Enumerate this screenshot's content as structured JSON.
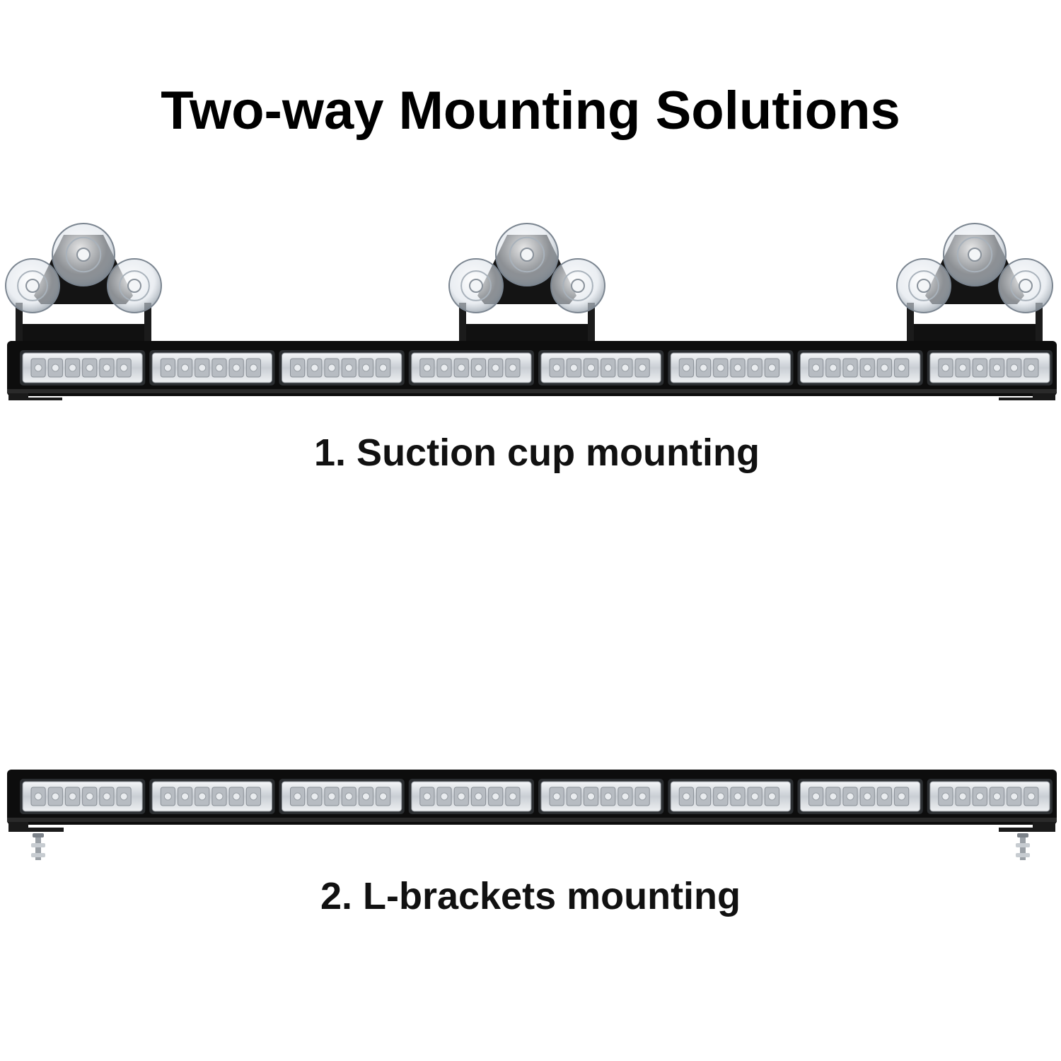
{
  "title": "Two-way Mounting Solutions",
  "method_1": {
    "caption": "1. Suction cup mounting",
    "mount_icon": "suction-cup-icon",
    "light_modules": 8,
    "suction_mounts": 3
  },
  "method_2": {
    "caption": "2. L-brackets mounting",
    "mount_icon": "l-bracket-icon",
    "light_modules": 8,
    "brackets": 2
  },
  "colors": {
    "background": "#ffffff",
    "text": "#000000",
    "bar_housing": "#111111",
    "lens": "#dfe3e8"
  }
}
